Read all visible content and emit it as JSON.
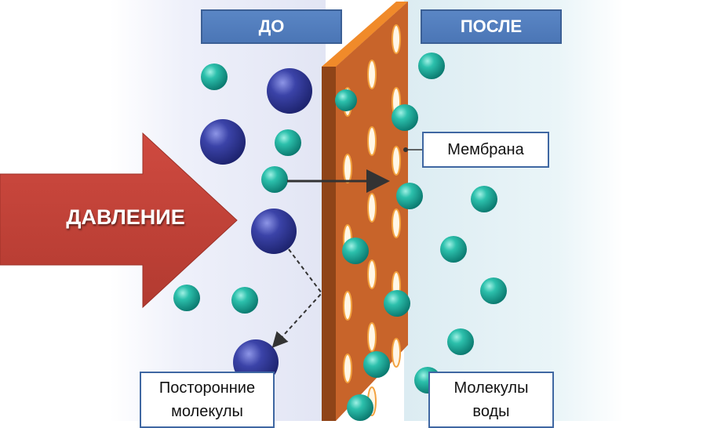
{
  "headers": {
    "before": "ДО",
    "after": "ПОСЛЕ"
  },
  "labels": {
    "pressure": "ДАВЛЕНИЕ",
    "membrane": "Мембрана",
    "foreign_line1": "Посторонние",
    "foreign_line2": "молекулы",
    "water_line1": "Молекулы",
    "water_line2": "воды"
  },
  "colors": {
    "header_fill": "#4f7bbd",
    "label_border": "#3f67a2",
    "arrow_red": "#c0392b",
    "membrane_front": "#c8642a",
    "membrane_top": "#f08a2a",
    "membrane_side": "#9c4a1c",
    "water_molecule": "#1fa89a",
    "foreign_molecule": "#333a99",
    "left_zone": "#eceef8",
    "right_zone": "#e6f3f6"
  },
  "icons": [
    "pressure-arrow",
    "membrane-wall",
    "molecule-path-arrow"
  ]
}
